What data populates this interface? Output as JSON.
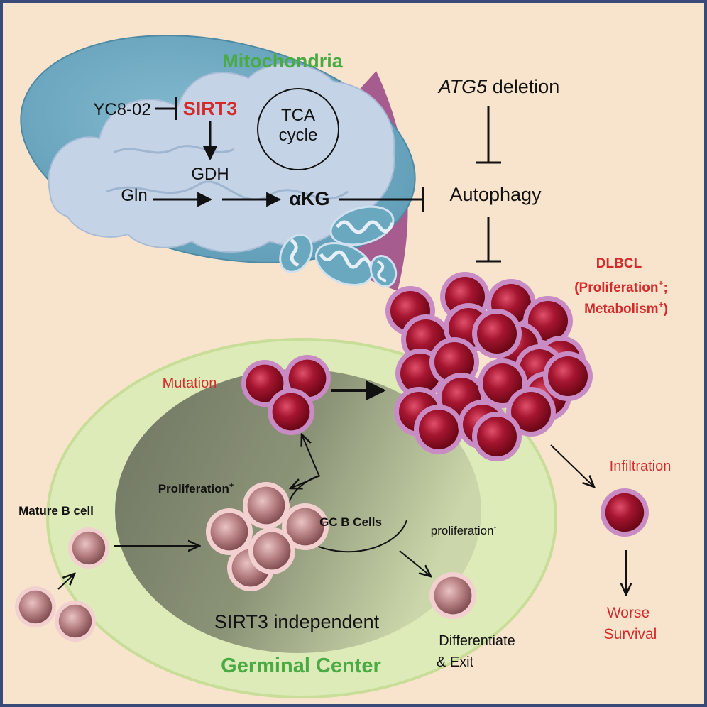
{
  "mitochondria": {
    "title": "Mitochondria",
    "inhibitor": "YC8-02",
    "sirt3": "SIRT3",
    "gdh": "GDH",
    "gln": "Gln",
    "akg": "αKG",
    "tca_line1": "TCA",
    "tca_line2": "cycle"
  },
  "autophagy": {
    "deletion_gene": "ATG5",
    "deletion_word": " deletion",
    "label": "Autophagy"
  },
  "dlbcl": {
    "title": "DLBCL",
    "line2_open": "(",
    "line2": "Proliferation",
    "line2_sup": "+",
    "line2_end": ";",
    "line3": "Metabolism",
    "line3_sup": "+",
    "line3_end": ")"
  },
  "germinal_center": {
    "title": "Germinal Center",
    "mutation": "Mutation",
    "proliferation_plus": "Proliferation",
    "proliferation_plus_sup": "+",
    "gc_b_cells": "GC B Cells",
    "proliferation_minus": "proliferation",
    "proliferation_minus_sup": "-",
    "sirt3_independent": "SIRT3 independent",
    "differentiate_line1": "Differentiate",
    "differentiate_line2": "& Exit"
  },
  "mature_b_cell": "Mature B cell",
  "outcome": {
    "infiltration": "Infiltration",
    "worse_line1": "Worse",
    "worse_line2": "Survival"
  },
  "colors": {
    "background": "#f8e4cd",
    "border": "#3a4a78",
    "mito_outer": "#6aa8c0",
    "mito_inner": "#c5d3e6",
    "wedge": "#a0508a",
    "gc_outer": "#dcebb8",
    "gc_inner": "#7d8670",
    "title_green": "#4aaa44",
    "label_red": "#d42a2a",
    "tumor_cell": "#8c1025",
    "tumor_rim": "#c98bc4",
    "b_cell": "#b47a7c",
    "b_cell_rim": "#f2d0d0"
  }
}
